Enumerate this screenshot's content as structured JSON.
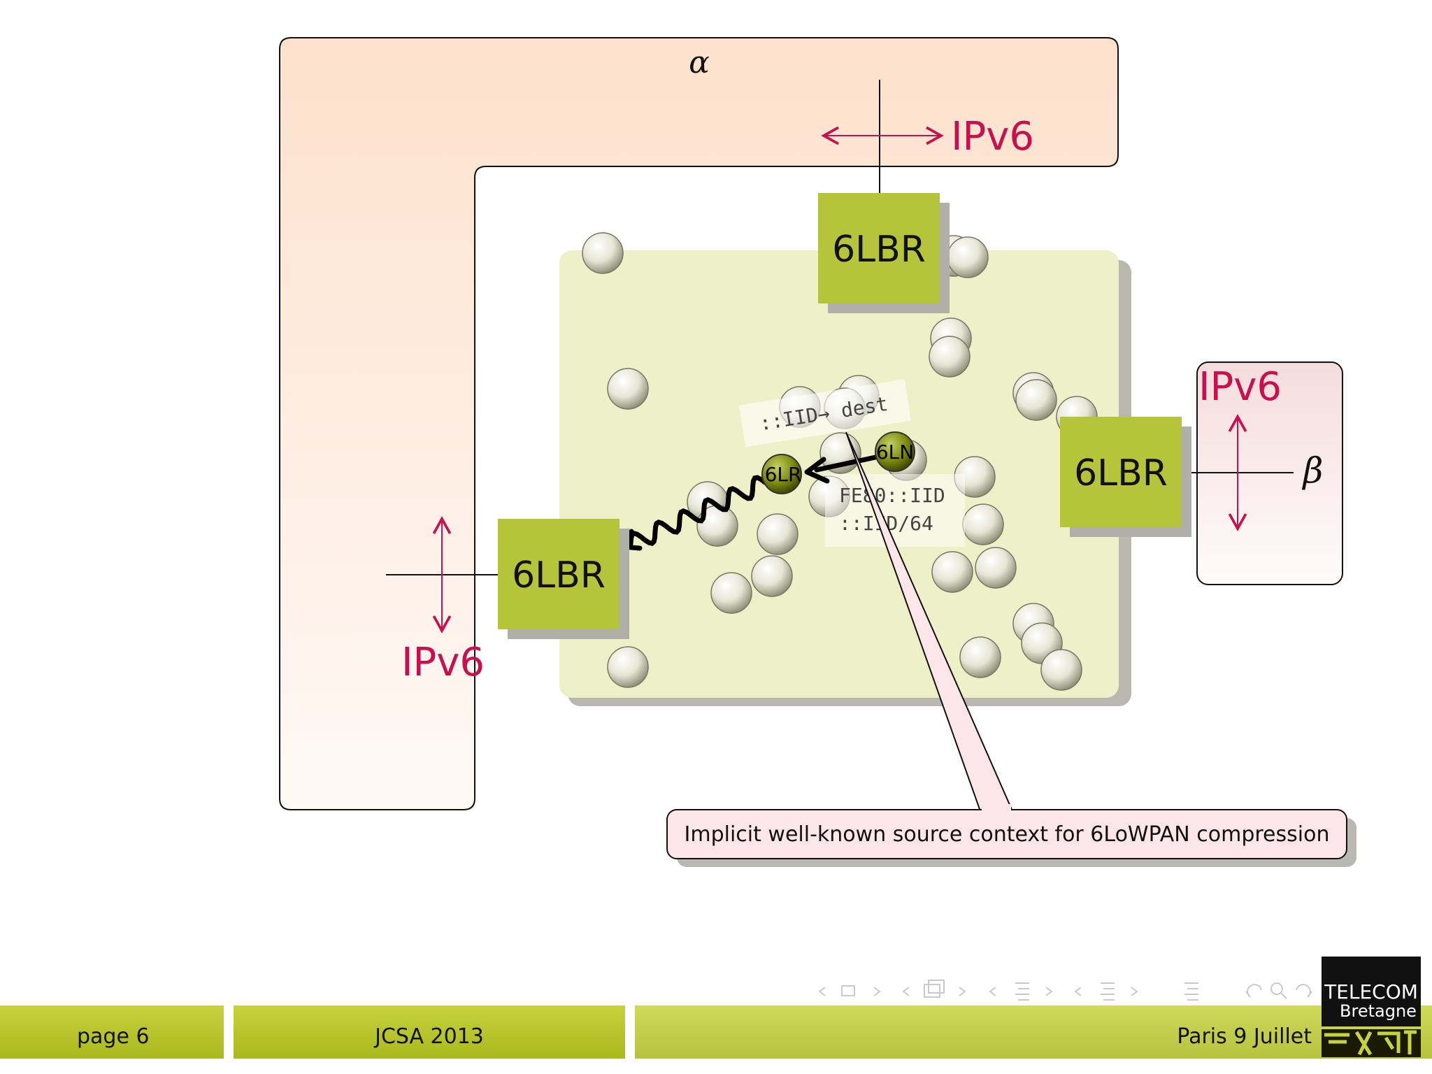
{
  "diagram": {
    "regions": {
      "alpha": "α",
      "beta": "β"
    },
    "ipv6_labels": [
      "IPv6",
      "IPv6",
      "IPv6"
    ],
    "routers": [
      "6LBR",
      "6LBR",
      "6LBR"
    ],
    "nodes": {
      "lr": "6LR",
      "ln": "6LN"
    },
    "context_label": "::IID→ dest",
    "address_lines": [
      "FE80::IID",
      "::IID/64"
    ],
    "callout": "Implicit well-known source context for 6LoWPAN compression"
  },
  "footer": {
    "page": "page 6",
    "event": "JCSA 2013",
    "location": "Paris 9 Juillet",
    "logo_line1": "TELECOM",
    "logo_line2": "Bretagne"
  },
  "colors": {
    "ipv6_accent": "#c8104e",
    "router_green": "#b5c43a",
    "network_bg": "#eef0c8",
    "footer_green": "#b5c424",
    "alpha_tint": "#fde3cf",
    "beta_tint": "#f6dfe0",
    "callout_bg": "#fde6ea"
  }
}
